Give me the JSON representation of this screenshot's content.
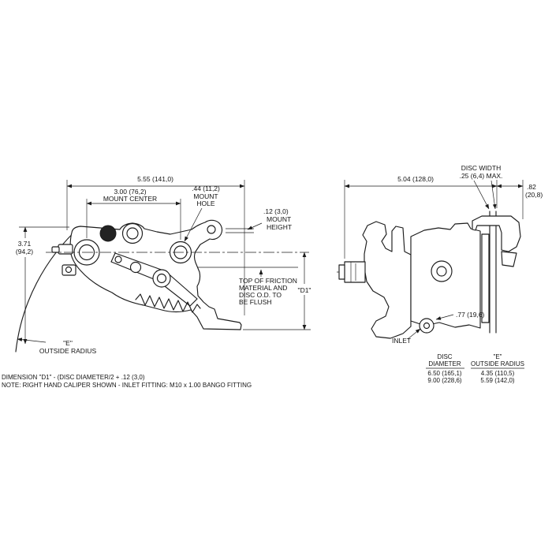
{
  "drawing": {
    "line_color": "#1c1c1c",
    "background": "#ffffff"
  },
  "left_view": {
    "dim_overall": "5.55 (141,0)",
    "mount_center_value": "3.00 (76,2)",
    "mount_center_label": "MOUNT CENTER",
    "mount_hole_value": ".44 (11,2)",
    "mount_hole_label_1": "MOUNT",
    "mount_hole_label_2": "HOLE",
    "mount_height_value": ".12 (3,0)",
    "mount_height_label_1": "MOUNT",
    "mount_height_label_2": "HEIGHT",
    "height_value": "3.71",
    "height_mm": "(94,2)",
    "d1_label": "\"D1\"",
    "e_radius_label_1": "\"E\"",
    "e_radius_label_2": "OUTSIDE RADIUS",
    "flush_note_1": "TOP OF FRICTION",
    "flush_note_2": "MATERIAL AND",
    "flush_note_3": "DISC O.D. TO",
    "flush_note_4": "BE FLUSH"
  },
  "right_view": {
    "disc_width_label": "DISC WIDTH",
    "disc_width_value": ".25 (6,4) MAX.",
    "overall_width": "5.04 (128,0)",
    "offset_value": ".82",
    "offset_mm": "(20,8)",
    "inlet_offset": ".77 (19,6)",
    "inlet_label": "INLET"
  },
  "table": {
    "col_disc_1": "DISC",
    "col_disc_2": "DIAMETER",
    "col_e_1": "\"E\"",
    "col_e_2": "OUTSIDE RADIUS",
    "rows": [
      {
        "disc": "6.50 (165,1)",
        "e": "4.35 (110,5)"
      },
      {
        "disc": "9.00 (228,6)",
        "e": "5.59 (142,0)"
      }
    ]
  },
  "notes": {
    "line1": "DIMENSION \"D1\" - (DISC DIAMETER/2 + .12 (3,0)",
    "line2": "NOTE: RIGHT HAND CALIPER SHOWN - INLET FITTING: M10 x 1.00 BANGO FITTING"
  }
}
